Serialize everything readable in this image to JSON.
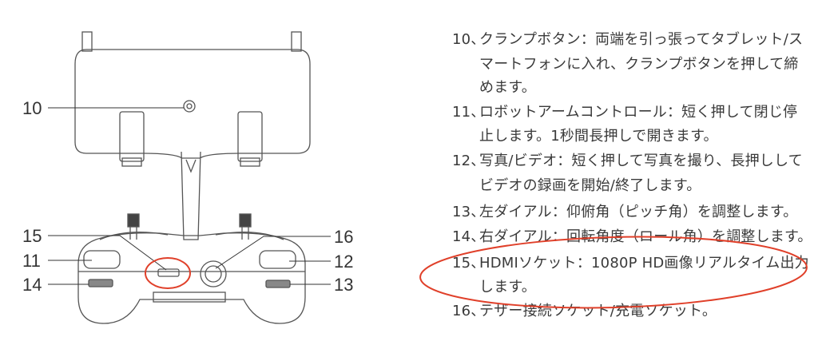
{
  "diagram": {
    "callouts": [
      "10",
      "11",
      "12",
      "13",
      "14",
      "15",
      "16"
    ]
  },
  "items": [
    {
      "num": "10、",
      "lines": [
        "クランプボタン：両端を引っ張ってタブレット/ス",
        "マートフォンに入れ、クランプボタンを押して締",
        "めます。"
      ]
    },
    {
      "num": "11、",
      "lines": [
        "ロボットアームコントロール：短く押して閉じ停",
        "止します。1秒間長押しで開きます。"
      ]
    },
    {
      "num": "12、",
      "lines": [
        "写真/ビデオ：短く押して写真を撮り、長押しして",
        "ビデオの録画を開始/終了します。"
      ]
    },
    {
      "num": "13、",
      "lines": [
        "左ダイアル：仰俯角（ピッチ角）を調整します。"
      ]
    },
    {
      "num": "14、",
      "lines": [
        "右ダイアル：回転角度（ロール角）を調整します。"
      ]
    },
    {
      "num": "15、",
      "lines": [
        "HDMIソケット：1080P HD画像リアルタイム出力",
        "します。"
      ]
    },
    {
      "num": "16、",
      "lines": [
        "テザー接続ソケット/充電ソケット。"
      ]
    }
  ],
  "colors": {
    "highlight": "#e0402a",
    "text": "#3a3a3a",
    "drawing": "#555555"
  }
}
